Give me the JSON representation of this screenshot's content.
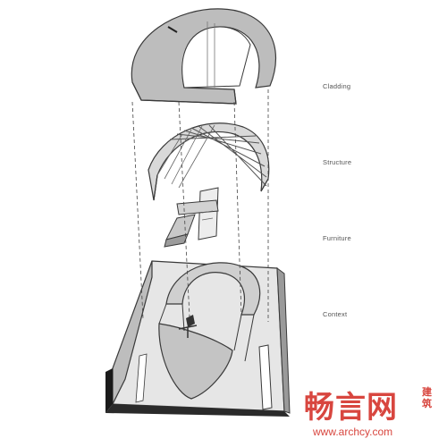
{
  "layers": [
    {
      "label": "Cladding"
    },
    {
      "label": "Structure"
    },
    {
      "label": "Furniture"
    },
    {
      "label": "Context"
    }
  ],
  "watermark": {
    "logo_text": "畅言网",
    "side_text": "建筑",
    "url": "www.archcy.com",
    "color": "#d8463f"
  }
}
